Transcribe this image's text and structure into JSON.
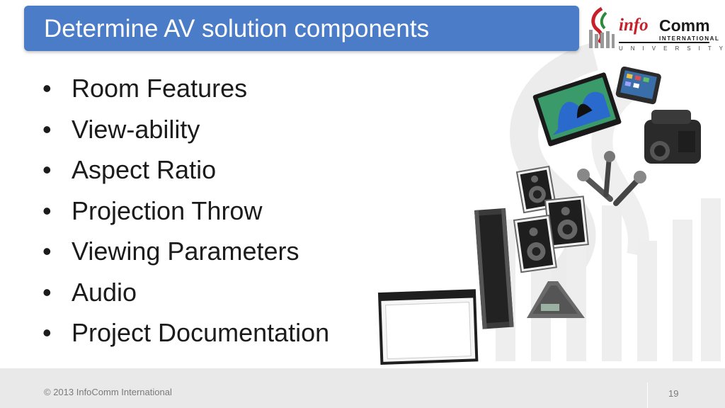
{
  "slide": {
    "title": "Determine AV solution components",
    "bullets": [
      "Room Features",
      "View-ability",
      "Aspect Ratio",
      "Projection Throw",
      "Viewing Parameters",
      "Audio",
      "Project Documentation"
    ]
  },
  "logo": {
    "brand_info": "info",
    "brand_comm": "Comm",
    "brand_international": "INTERNATIONAL",
    "brand_university": "UNIVERSITY"
  },
  "footer": {
    "copyright": "© 2013 InfoComm International",
    "page_number": "19"
  },
  "colors": {
    "title_bar": "#4a7cc8",
    "logo_red": "#c8202a",
    "footer_bg": "#e9e9e9"
  }
}
